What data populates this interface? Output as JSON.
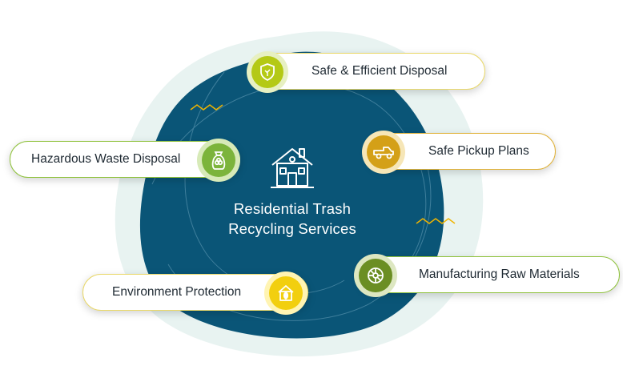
{
  "center": {
    "title_line1": "Residential  Trash",
    "title_line2": "Recycling Services",
    "icon": "house-icon"
  },
  "services": [
    {
      "label": "Safe & Efficient Disposal",
      "icon": "shield-leaf-icon",
      "color": "#b4c915"
    },
    {
      "label": "Safe Pickup Plans",
      "icon": "pickup-truck-icon",
      "color": "#d4a017"
    },
    {
      "label": "Hazardous Waste Disposal",
      "icon": "waste-bag-icon",
      "color": "#7cb43b"
    },
    {
      "label": "Manufacturing Raw Materials",
      "icon": "wire-spool-icon",
      "color": "#6b8e23"
    },
    {
      "label": "Environment Protection",
      "icon": "eco-home-icon",
      "color": "#f2cf0f"
    }
  ],
  "colors": {
    "blob": "#0a5577",
    "halo": "#e8f3f1",
    "zigzag": "#f0b400"
  }
}
